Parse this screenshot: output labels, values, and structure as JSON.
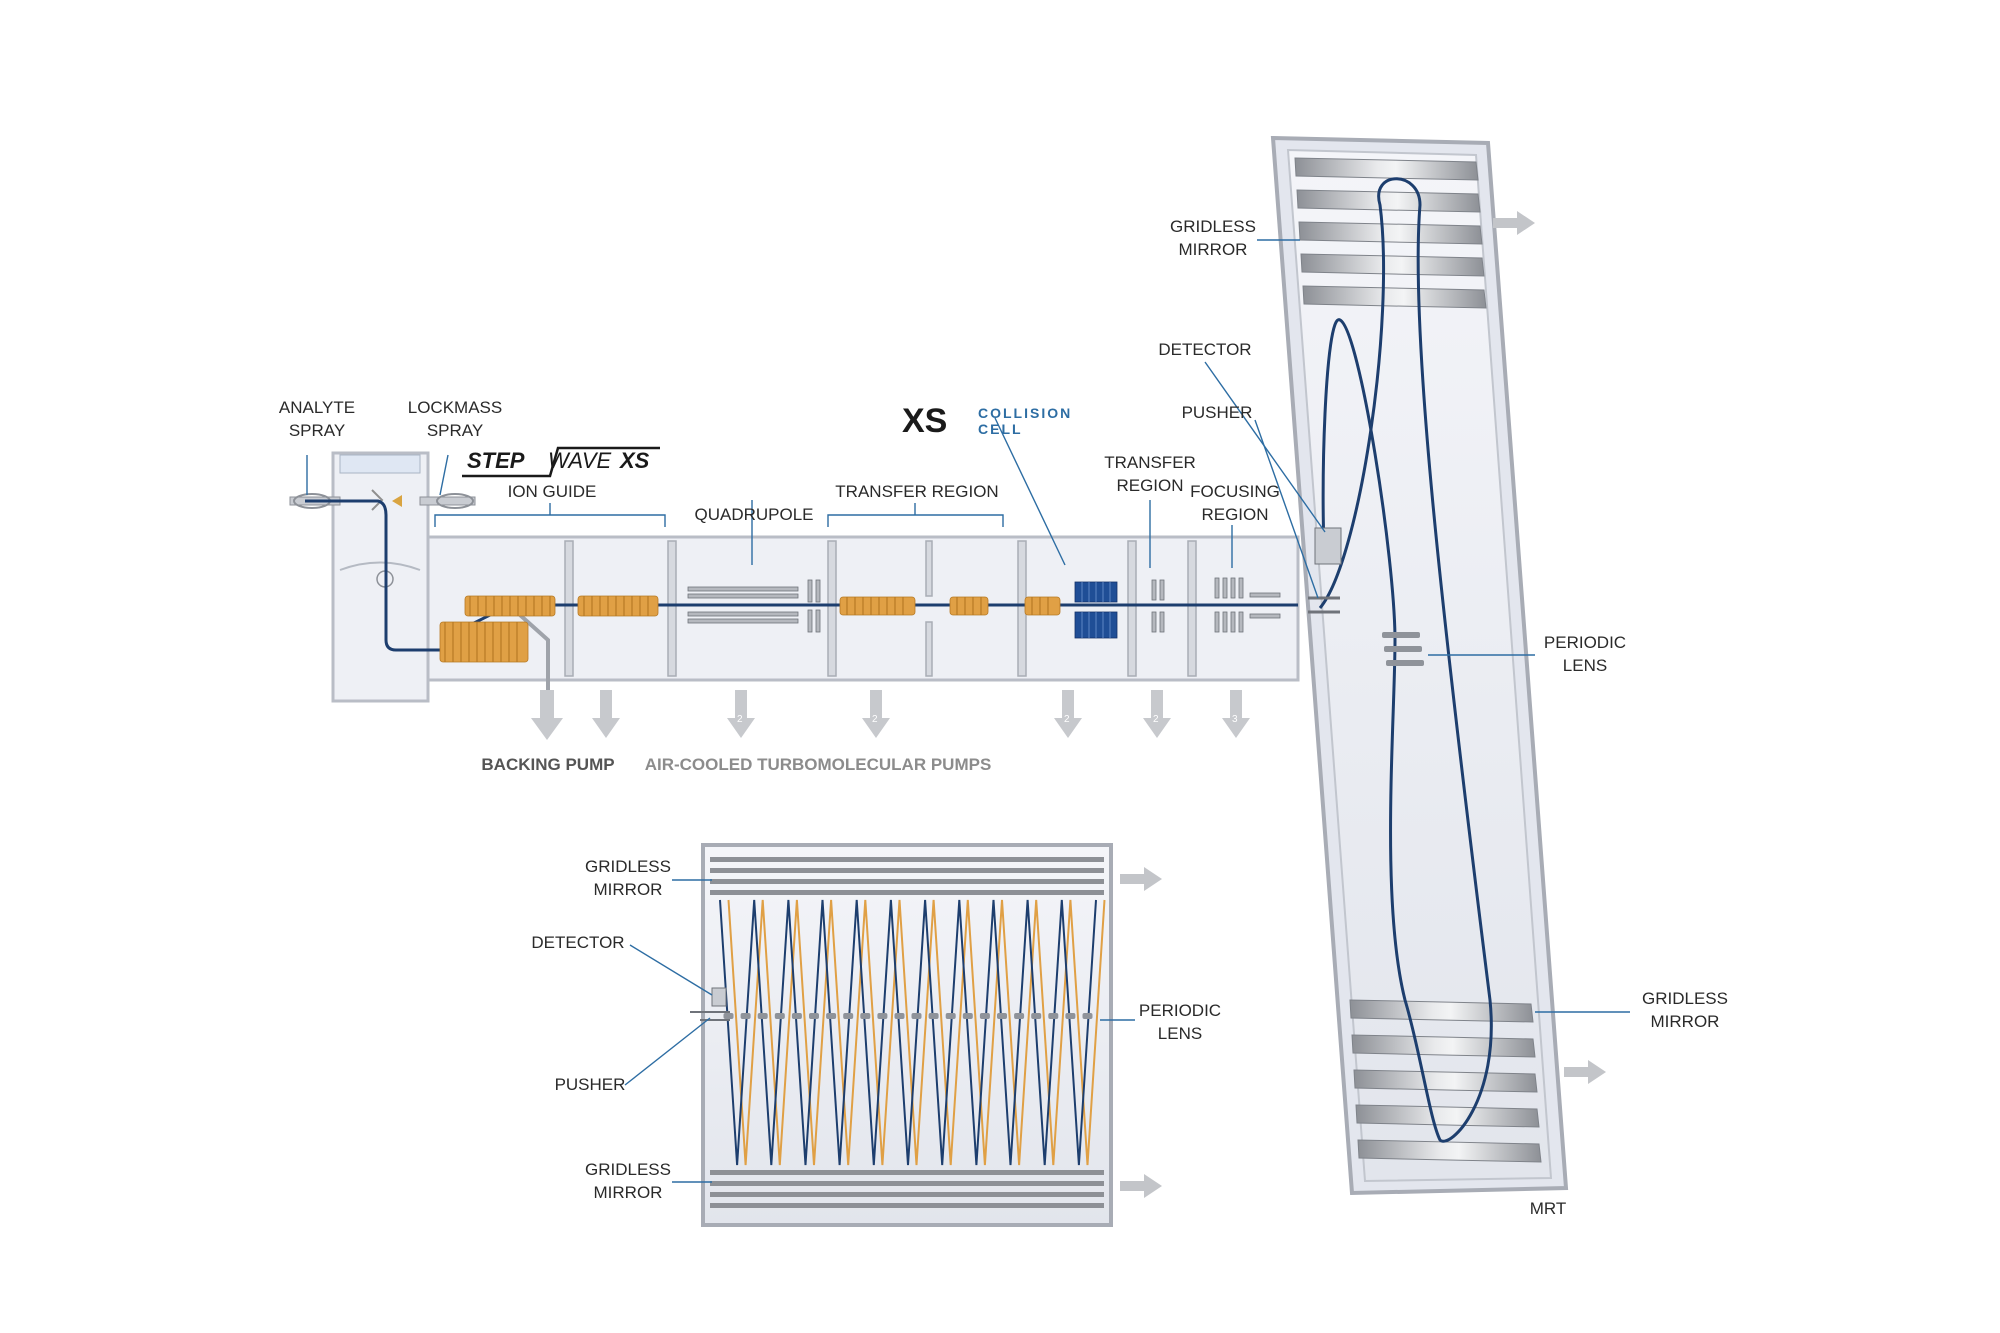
{
  "logos": {
    "stepwave": "STEPWAVEXS",
    "stepwave_parts": [
      "STEP",
      "WAVE",
      "XS"
    ],
    "xs_mark": "XS",
    "xs_sub1": "COLLISION",
    "xs_sub2": "CELL"
  },
  "instrument": {
    "analyte_spray": [
      "ANALYTE",
      "SPRAY"
    ],
    "lockmass_spray": [
      "LOCKMASS",
      "SPRAY"
    ],
    "ion_guide": "ION GUIDE",
    "quadrupole": "QUADRUPOLE",
    "transfer_region_1": "TRANSFER REGION",
    "transfer_region_2": [
      "TRANSFER",
      "REGION"
    ],
    "focusing_region": [
      "FOCUSING",
      "REGION"
    ],
    "backing_pump": "BACKING PUMP",
    "turbo_pumps": "AIR-COOLED TURBOMOLECULAR PUMPS",
    "pump_number": "2",
    "pump_number_last": "3"
  },
  "mrt": {
    "gridless_mirror_top": [
      "GRIDLESS",
      "MIRROR"
    ],
    "detector": "DETECTOR",
    "pusher": "PUSHER",
    "periodic_lens": [
      "PERIODIC",
      "LENS"
    ],
    "gridless_mirror_bottom": [
      "GRIDLESS",
      "MIRROR"
    ],
    "label": "MRT"
  },
  "inset": {
    "gridless_mirror_top": [
      "GRIDLESS",
      "MIRROR"
    ],
    "detector": "DETECTOR",
    "periodic_lens": [
      "PERIODIC",
      "LENS"
    ],
    "pusher": "PUSHER",
    "gridless_mirror_bottom": [
      "GRIDLESS",
      "MIRROR"
    ]
  },
  "colors": {
    "accent_blue": "#2d6da3",
    "beam_navy": "#1d3e6e",
    "coil_orange": "#e0a045",
    "collision_blue": "#1f4e96"
  }
}
